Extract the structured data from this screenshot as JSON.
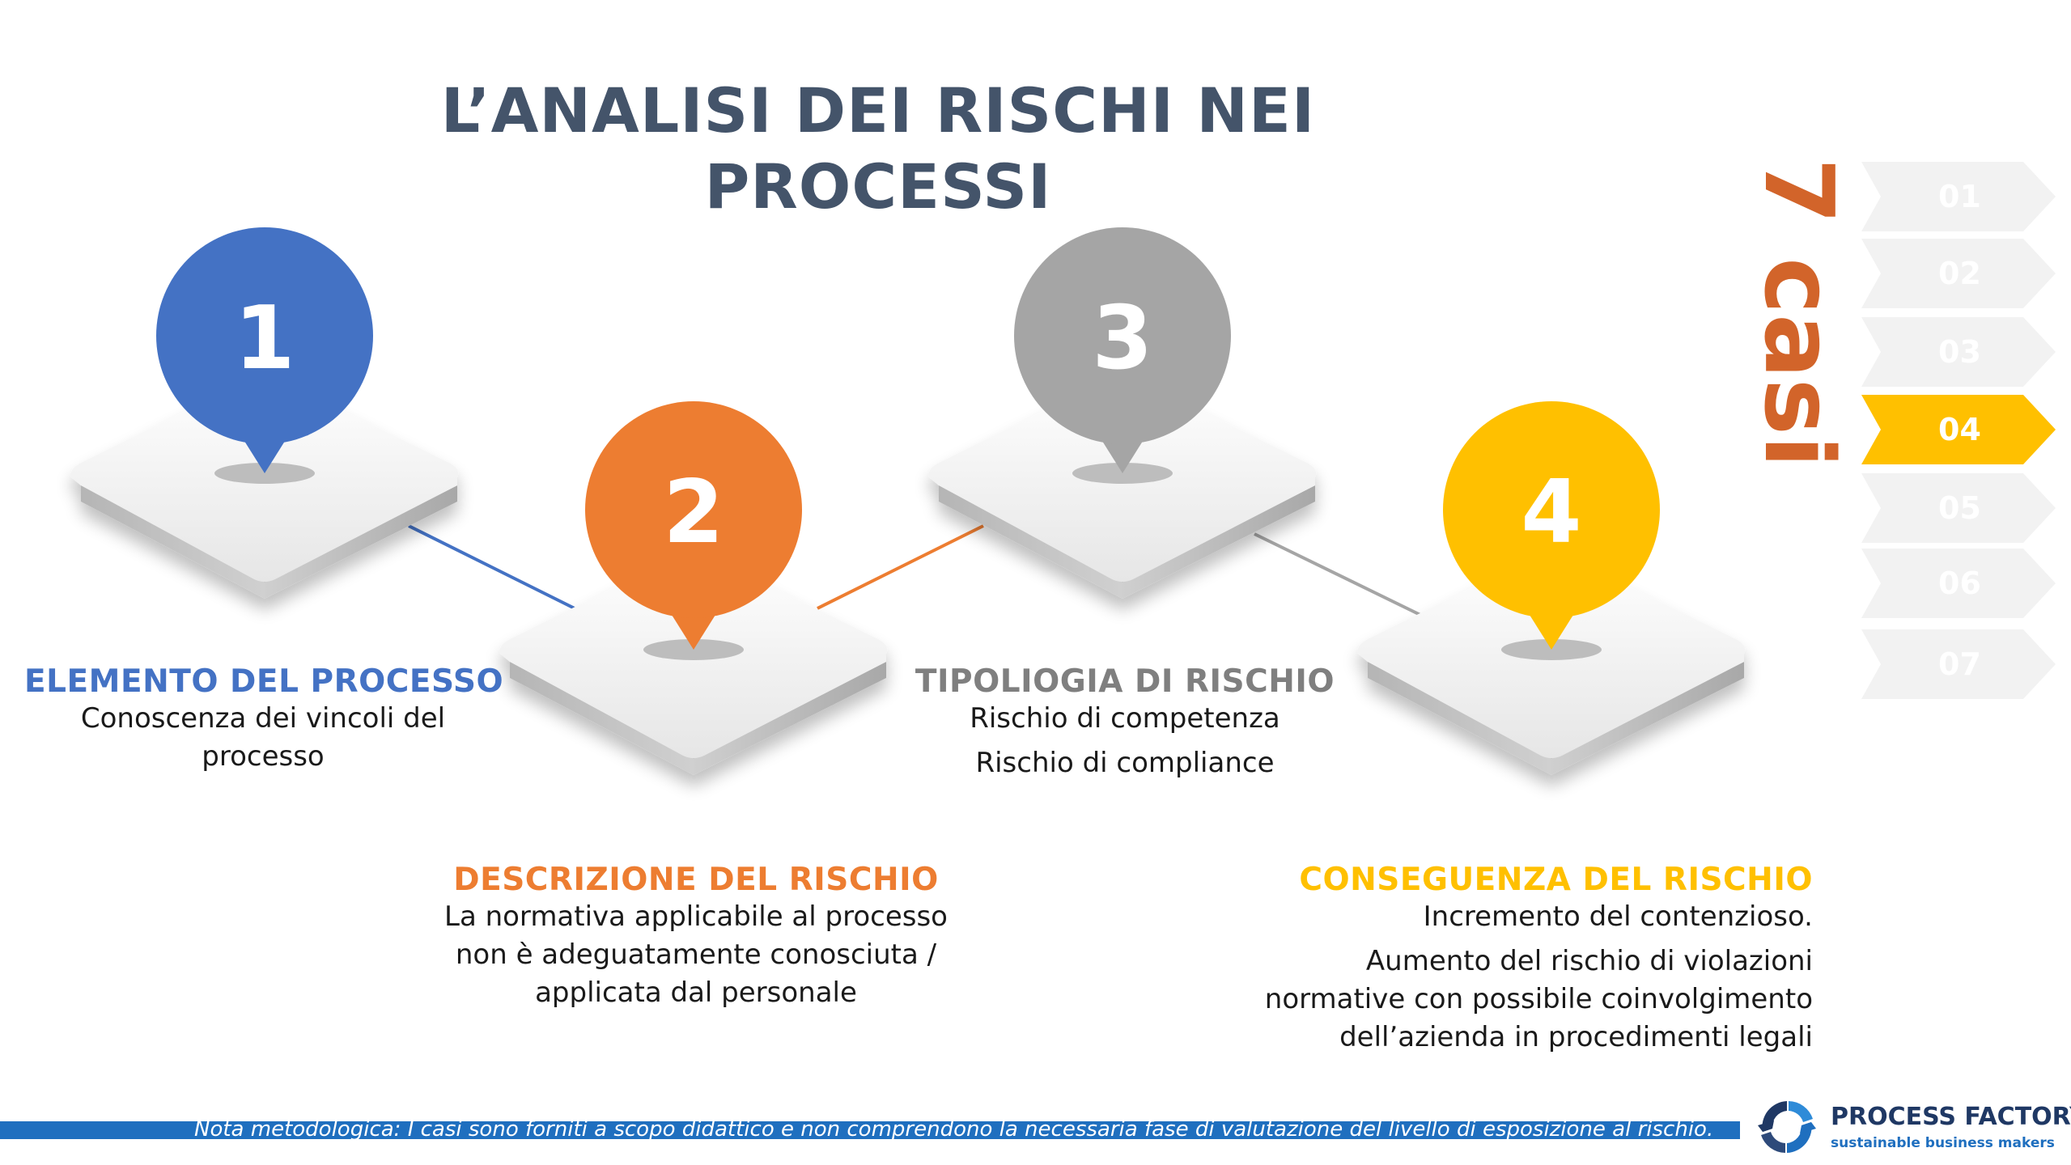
{
  "title": "L’ANALISI DEI RISCHI NEI PROCESSI",
  "steps": [
    {
      "num": "1",
      "color": "#4472c4",
      "heading": "ELEMENTO DEL PROCESSO",
      "heading_color": "#4472c4",
      "lines": [
        "Conoscenza dei vincoli del",
        "processo"
      ]
    },
    {
      "num": "2",
      "color": "#ed7d31",
      "heading": "DESCRIZIONE DEL RISCHIO",
      "heading_color": "#ed7d31",
      "lines": [
        "La normativa applicabile al processo",
        "non è adeguatamente conosciuta /",
        "applicata dal personale"
      ]
    },
    {
      "num": "3",
      "color": "#a5a5a5",
      "heading": "TIPOLIOGIA DI RISCHIO",
      "heading_color": "#7f7f7f",
      "lines": [
        "Rischio di competenza",
        "Rischio di compliance"
      ]
    },
    {
      "num": "4",
      "color": "#ffc000",
      "heading": "CONSEGUENZA DEL RISCHIO",
      "heading_color": "#ffc000",
      "lines": [
        "Incremento del contenzioso.",
        "Aumento del rischio di violazioni",
        "normative con possibile coinvolgimento",
        "dell’azienda in procedimenti legali"
      ]
    }
  ],
  "cases": {
    "label": "7 casi",
    "label_color": "#d2642a",
    "items": [
      "01",
      "02",
      "03",
      "04",
      "05",
      "06",
      "07"
    ],
    "active_index": 3,
    "active_color": "#ffc000",
    "inactive_color": "#f2f2f2"
  },
  "footer": {
    "note": "Nota metodologica: I casi sono forniti a scopo didattico e non comprendono la necessaria fase di valutazione del livello di esposizione al rischio.",
    "bar_color": "#1f6fbf"
  },
  "brand": {
    "name": "PROCESS FACTORY",
    "tagline": "sustainable business makers"
  }
}
